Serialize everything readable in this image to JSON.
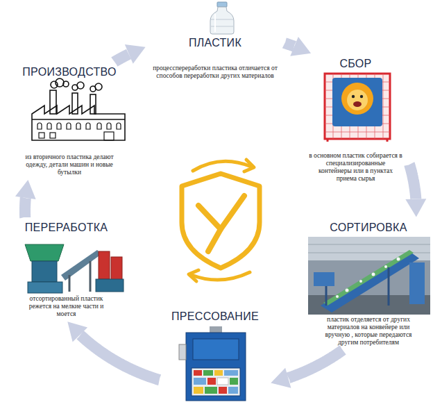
{
  "diagram": {
    "nodes": [
      {
        "text": [
          "ПЛАСТИК",
          "процесспереработки пластика отличается от способов переработки других материалов"
        ]
      },
      {
        "text": [
          "СБОР",
          "в основном пластик собирается в специализированные контейнеры или в пунктах приема сырья"
        ]
      },
      {
        "text": [
          "СОРТИРОВКА",
          "пластик отделяется от других материалов на конвейере или вручную , которые передаются другим потребителям"
        ]
      },
      {
        "text": [
          "ПРЕССОВАНИЕ"
        ]
      },
      {
        "text": [
          "ПЕРЕРАБОТКА",
          "отсортированный пластик режется на мелкие части и моется"
        ]
      },
      {
        "text": [
          "ПРОИЗВОДСТВО",
          "из вторичного пластика делают одежду, детали машин и новые бутылки"
        ]
      }
    ],
    "edges": [
      {
        "from": 0,
        "to": 1,
        "arrow": "to"
      },
      {
        "from": 1,
        "to": 2,
        "arrow": "to"
      },
      {
        "from": 2,
        "to": 3,
        "arrow": "to"
      },
      {
        "from": 3,
        "to": 4,
        "arrow": "to"
      },
      {
        "from": 4,
        "to": 5,
        "arrow": "to"
      },
      {
        "from": 5,
        "to": 0,
        "arrow": "to"
      }
    ]
  }
}
